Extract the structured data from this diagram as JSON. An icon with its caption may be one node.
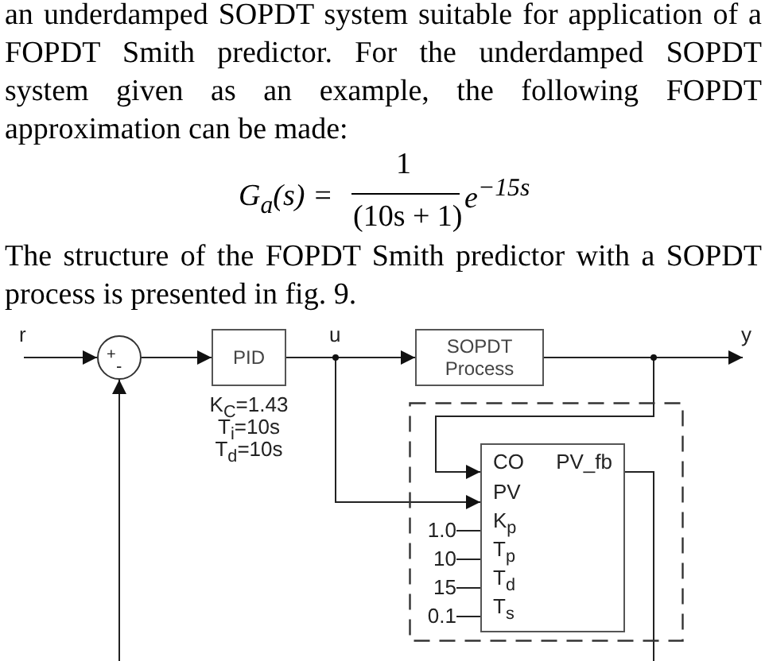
{
  "diagram": {
    "nodes": [
      {
        "text": [
          "+",
          "-"
        ]
      },
      {
        "text": [
          "PID"
        ],
        "beside": [
          "K$_{C}$=1.43",
          "T$_{i}$=10s",
          "T$_{d}$=10s"
        ]
      },
      {
        "text": [
          "SOPDT Process"
        ]
      },
      {
        "text": [],
        "shape": "box"
      },
      {
        "text": [
          "CO",
          "PV_fb",
          "PV",
          "K$_{p}$",
          "T$_{p}$",
          "T$_{d}$",
          "T$_{s}$"
        ],
        "in": 3
      },
      {
        "text": [
          "1.0"
        ],
        "in": 3
      },
      {
        "text": [
          "10"
        ],
        "in": 3
      },
      {
        "text": [
          "15"
        ],
        "in": 3
      },
      {
        "text": [
          "0.1"
        ],
        "in": 3
      }
    ],
    "edges": [
      {
        "from": null,
        "to": 0,
        "arrow": "to",
        "label": "r"
      },
      {
        "from": 0,
        "to": 1,
        "arrow": "to"
      },
      {
        "from": 1,
        "to": 2,
        "arrow": "to",
        "label": "u"
      },
      {
        "from": 1,
        "to": 4,
        "arrow": "to"
      },
      {
        "from": 2,
        "to": null,
        "arrow": "to",
        "label": "y"
      },
      {
        "from": 2,
        "to": 4,
        "arrow": "to"
      },
      {
        "from": 5,
        "to": 4,
        "arrow": "none"
      },
      {
        "from": 6,
        "to": 4,
        "arrow": "none"
      },
      {
        "from": 7,
        "to": 4,
        "arrow": "none"
      },
      {
        "from": 8,
        "to": 4,
        "arrow": "none"
      },
      {
        "from": 4,
        "to": null,
        "arrow": "none"
      },
      {
        "from": null,
        "to": 0,
        "arrow": "to"
      }
    ],
    "labels": [
      "an underdamped SOPDT system suitable for application of a FOPDT Smith predictor. For the underdamped SOPDT system given as an example, the following FOPDT approximation can be made:",
      "G$_{a}$(s) =",
      "1",
      "(10s + 1)",
      "e$^{−15s}$",
      "The structure of the FOPDT Smith predictor with a SOPDT process is presented in fig. 9."
    ]
  }
}
